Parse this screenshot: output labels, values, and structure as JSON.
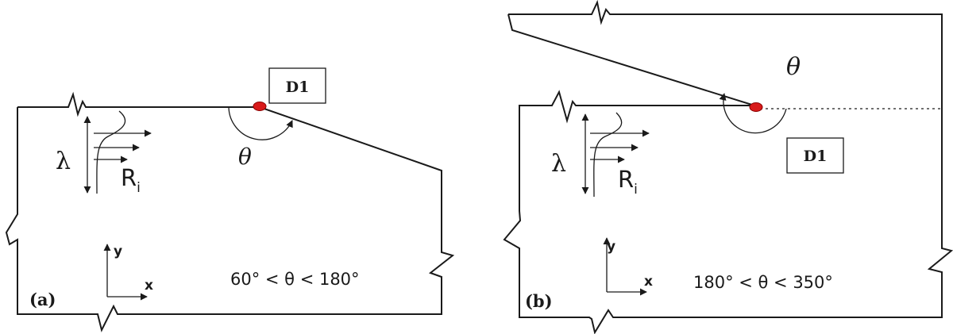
{
  "colors": {
    "ink": "#1a1a1a",
    "singularity_fill": "#d81a1a",
    "singularity_stroke": "#8a0000"
  },
  "panel_a": {
    "label": "(a)",
    "point_label": "D1",
    "angle_symbol": "θ",
    "wavelength_symbol": "λ",
    "richardson_main": "R",
    "richardson_sub": "i",
    "axis_y": "y",
    "axis_x": "x",
    "range_text": "60° < θ < 180°"
  },
  "panel_b": {
    "label": "(b)",
    "point_label": "D1",
    "angle_symbol": "θ",
    "wavelength_symbol": "λ",
    "richardson_main": "R",
    "richardson_sub": "i",
    "axis_y": "y",
    "axis_x": "x",
    "range_text": "180° < θ < 350°"
  }
}
